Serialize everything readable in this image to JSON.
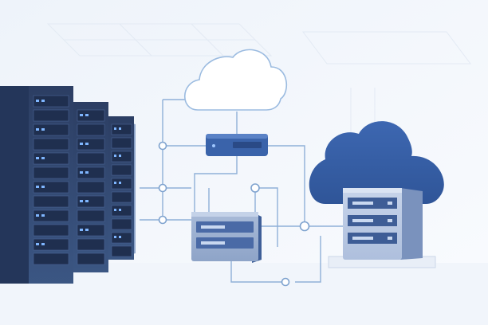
{
  "scene": {
    "kind": "illustration",
    "elements": [
      "server-rack-left",
      "cloud-white",
      "network-switch",
      "server-box-center",
      "cloud-blue",
      "server-tower-right",
      "connection-lines"
    ]
  },
  "colors": {
    "background": "#f7f9fc",
    "rack_dark": "#3a4f78",
    "rack_light": "#6b83ad",
    "accent_blue": "#3a63aa",
    "cloud_white": "#ffffff",
    "line": "#8fb0d8",
    "led": "#7fb6ff"
  },
  "icons": [
    "server-rack-icon",
    "cloud-icon",
    "switch-icon",
    "server-icon"
  ]
}
